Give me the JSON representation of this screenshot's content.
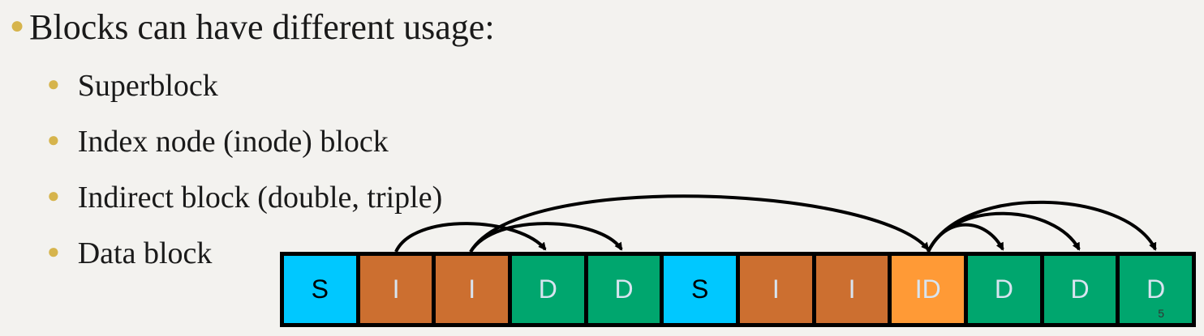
{
  "main_bullet": "Blocks can have different usage:",
  "sub_bullets": [
    "Superblock",
    "Index node (inode) block",
    "Indirect block (double, triple)",
    "Data block"
  ],
  "blocks": [
    {
      "label": "S",
      "type": "superblock"
    },
    {
      "label": "I",
      "type": "inode"
    },
    {
      "label": "I",
      "type": "inode"
    },
    {
      "label": "D",
      "type": "data"
    },
    {
      "label": "D",
      "type": "data"
    },
    {
      "label": "S",
      "type": "superblock"
    },
    {
      "label": "I",
      "type": "inode"
    },
    {
      "label": "I",
      "type": "inode"
    },
    {
      "label": "ID",
      "type": "indirect"
    },
    {
      "label": "D",
      "type": "data"
    },
    {
      "label": "D",
      "type": "data"
    },
    {
      "label": "D",
      "type": "data"
    }
  ],
  "colors": {
    "superblock": "#00c8ff",
    "inode": "#cc6f30",
    "indirect": "#ff9a36",
    "data": "#00a66e",
    "superblock_text": "#000000",
    "other_text": "#d8e4f0",
    "bullet": "#d6b44c"
  },
  "slide_number": "5"
}
